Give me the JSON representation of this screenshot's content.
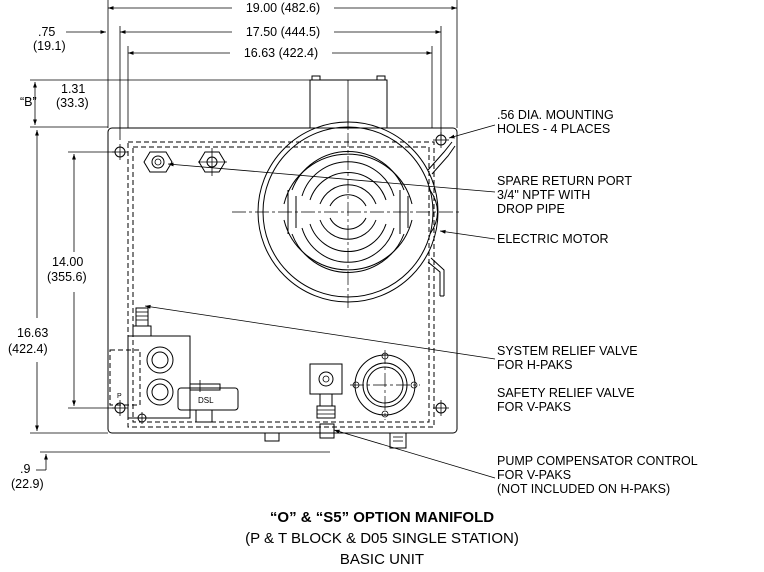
{
  "dimensions": {
    "width_19": "19.00 (482.6)",
    "width_1750": "17.50 (444.5)",
    "width_1663": "16.63 (422.4)",
    "offset_075": ".75",
    "offset_075_mm": "(19.1)",
    "label_b": "“B”",
    "height_131": "1.31",
    "height_131_mm": "(33.3)",
    "height_1400": "14.00",
    "height_1400_mm": "(355.6)",
    "height_1663": "16.63",
    "height_1663_mm": "(422.4)",
    "height_09": ".9",
    "height_09_mm": "(22.9)"
  },
  "callouts": {
    "mounting_holes_1": ".56 DIA. MOUNTING",
    "mounting_holes_2": "HOLES - 4 PLACES",
    "spare_port_1": "SPARE RETURN PORT",
    "spare_port_2": "3/4\" NPTF WITH",
    "spare_port_3": "DROP PIPE",
    "electric_motor": "ELECTRIC MOTOR",
    "system_relief_1": "SYSTEM RELIEF VALVE",
    "system_relief_2": "FOR H-PAKS",
    "safety_relief_1": "SAFETY RELIEF VALVE",
    "safety_relief_2": "FOR V-PAKS",
    "pump_comp_1": "PUMP COMPENSATOR CONTROL",
    "pump_comp_2": "FOR V-PAKS",
    "pump_comp_3": "(NOT INCLUDED ON H-PAKS)"
  },
  "part_marks": {
    "port_p": "P",
    "valve_tag": "DSL"
  },
  "caption": {
    "line1": "“O” & “S5” OPTION MANIFOLD",
    "line2": "(P & T BLOCK & D05 SINGLE STATION)",
    "line3": "BASIC UNIT"
  }
}
